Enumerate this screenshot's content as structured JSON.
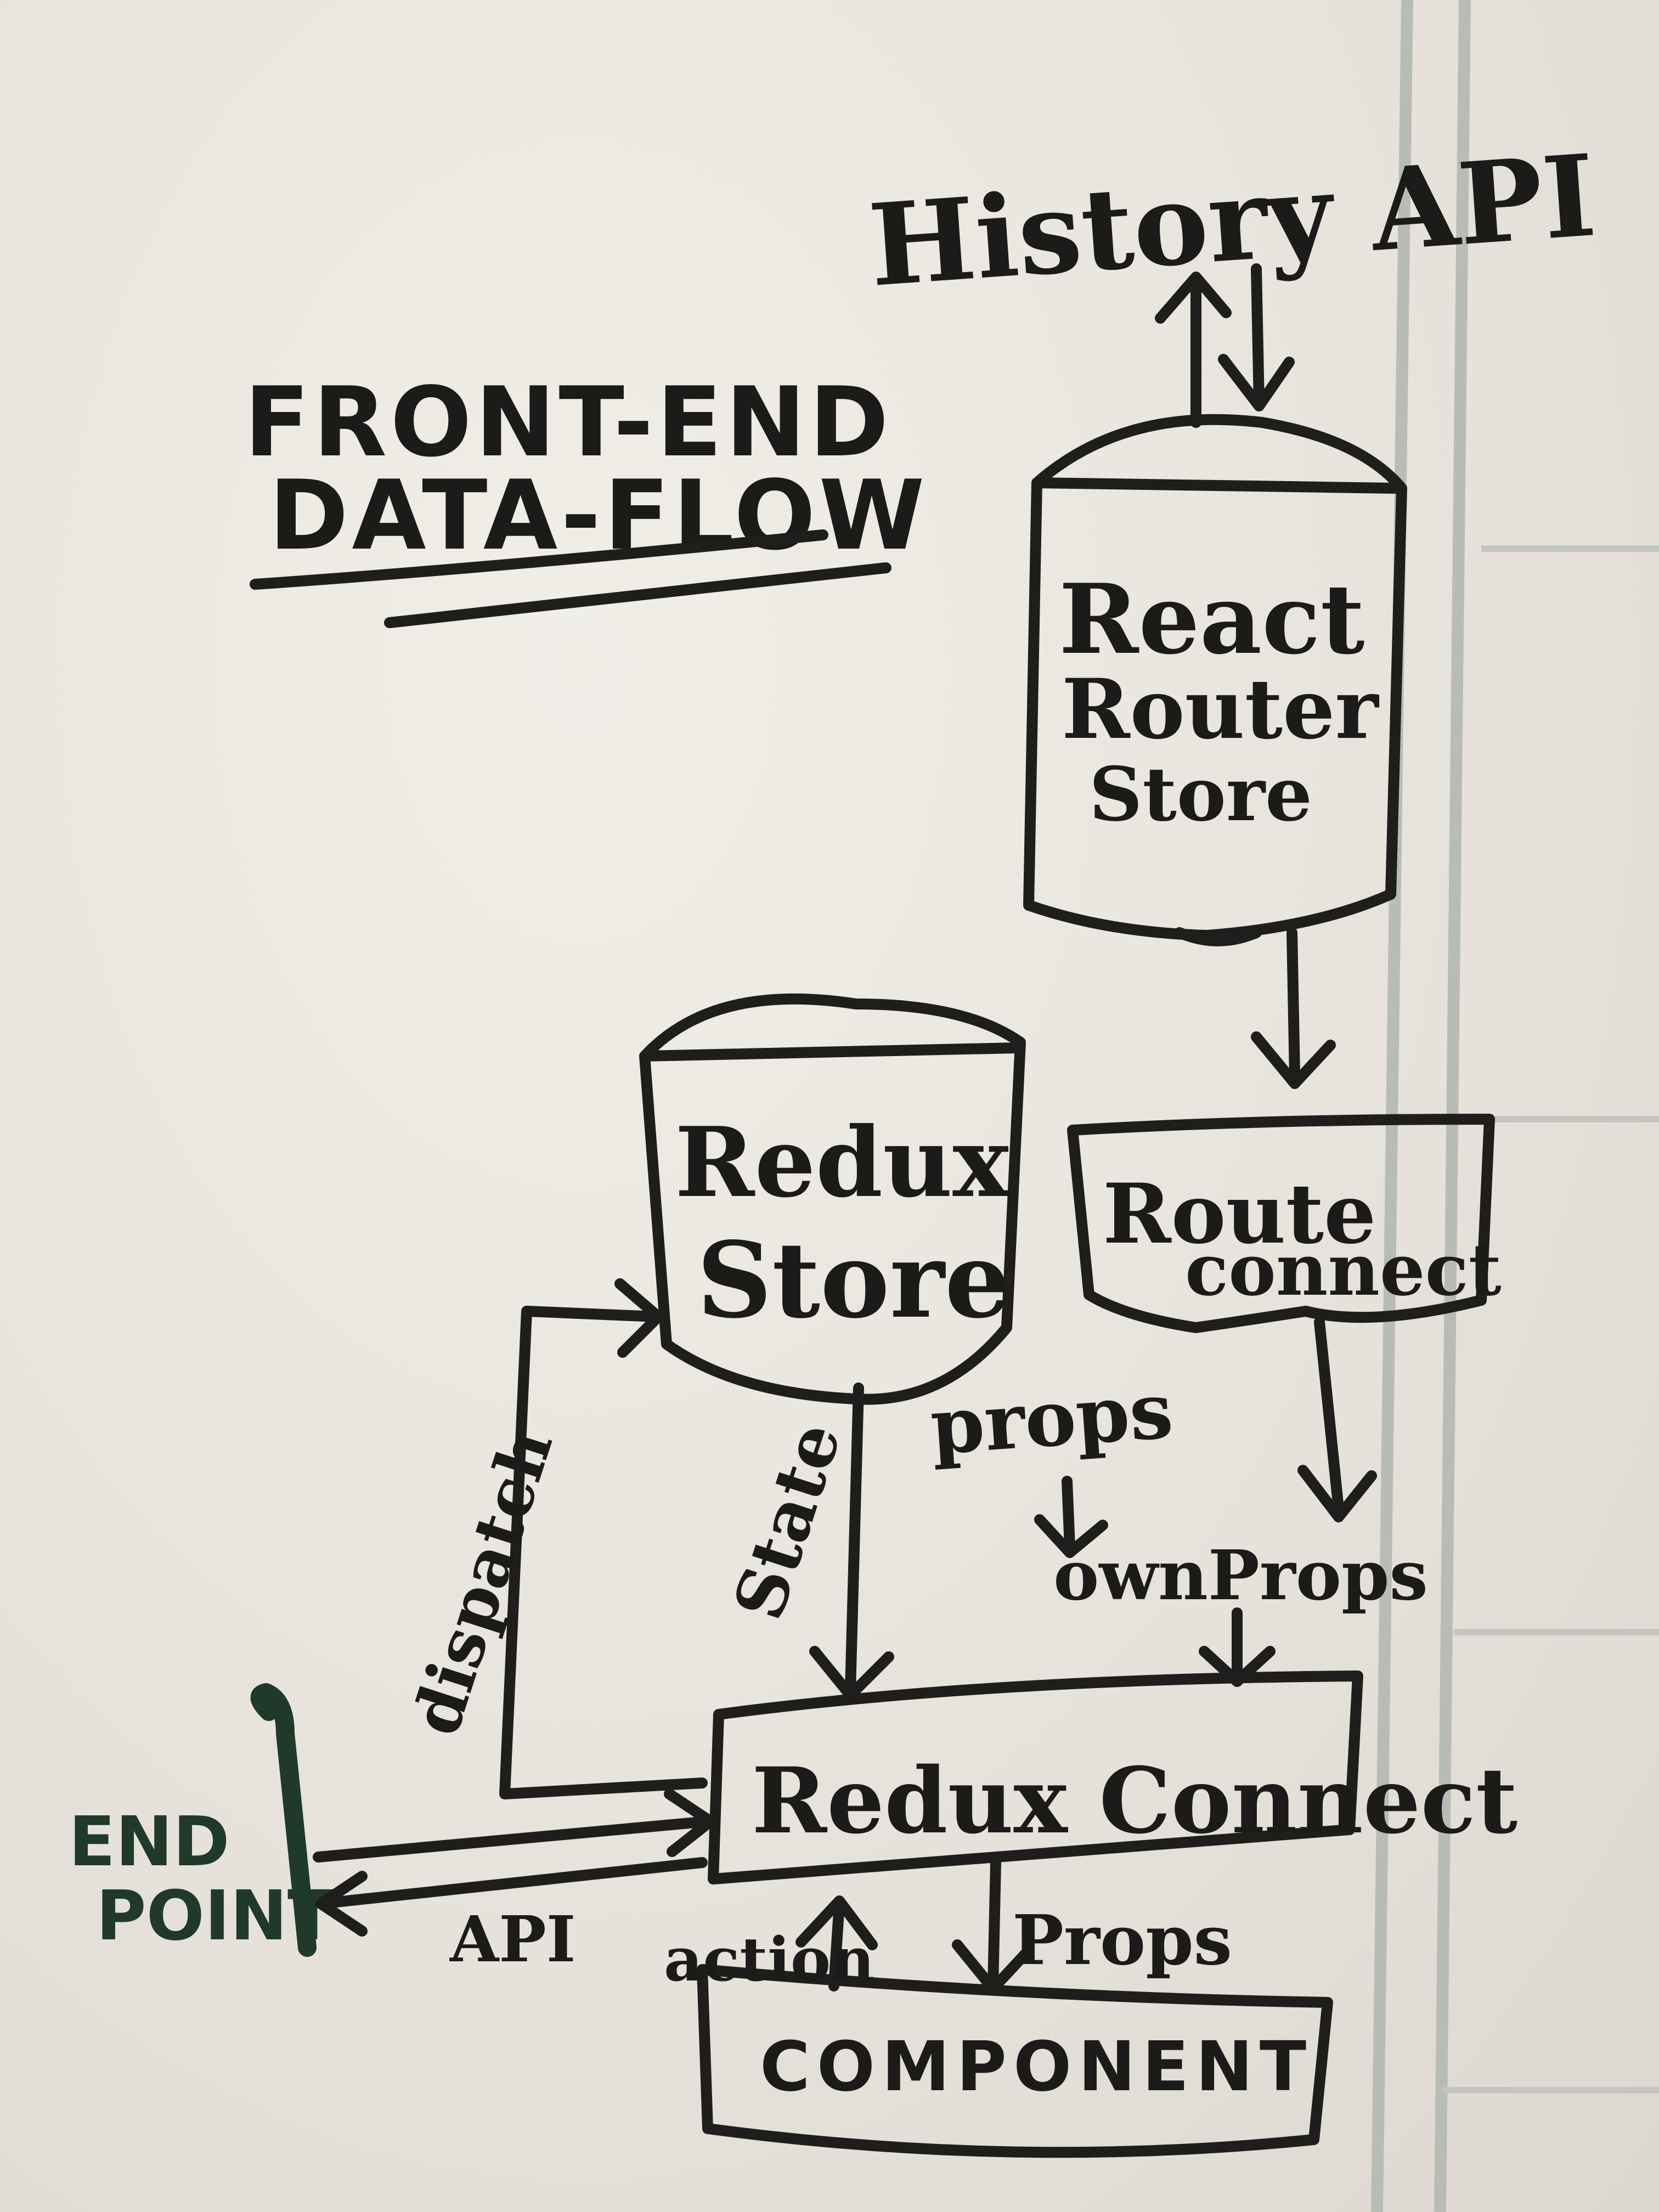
{
  "title": {
    "line1": "FRONT-END",
    "line2": "DATA-FLOW"
  },
  "nodes": {
    "history_api": "History API",
    "react_router_store": [
      "React",
      "Router",
      "Store"
    ],
    "redux_store": [
      "Redux",
      "Store"
    ],
    "route_connect": [
      "Route",
      "connect"
    ],
    "redux_connect": "Redux Connect",
    "component": "COMPONENT",
    "endpoint": [
      "END",
      "POINT"
    ]
  },
  "edge_labels": {
    "dispatch": "dispatch",
    "state": "State",
    "props_top": "props",
    "own_props": "ownProps",
    "props_bottom": "Props",
    "action": "action",
    "api": "API"
  },
  "colors": {
    "board": "#e9e6df",
    "ink": "#1e1e1c",
    "endpoint_ink": "#1f3a2a",
    "frame": "#b9bcb6"
  }
}
